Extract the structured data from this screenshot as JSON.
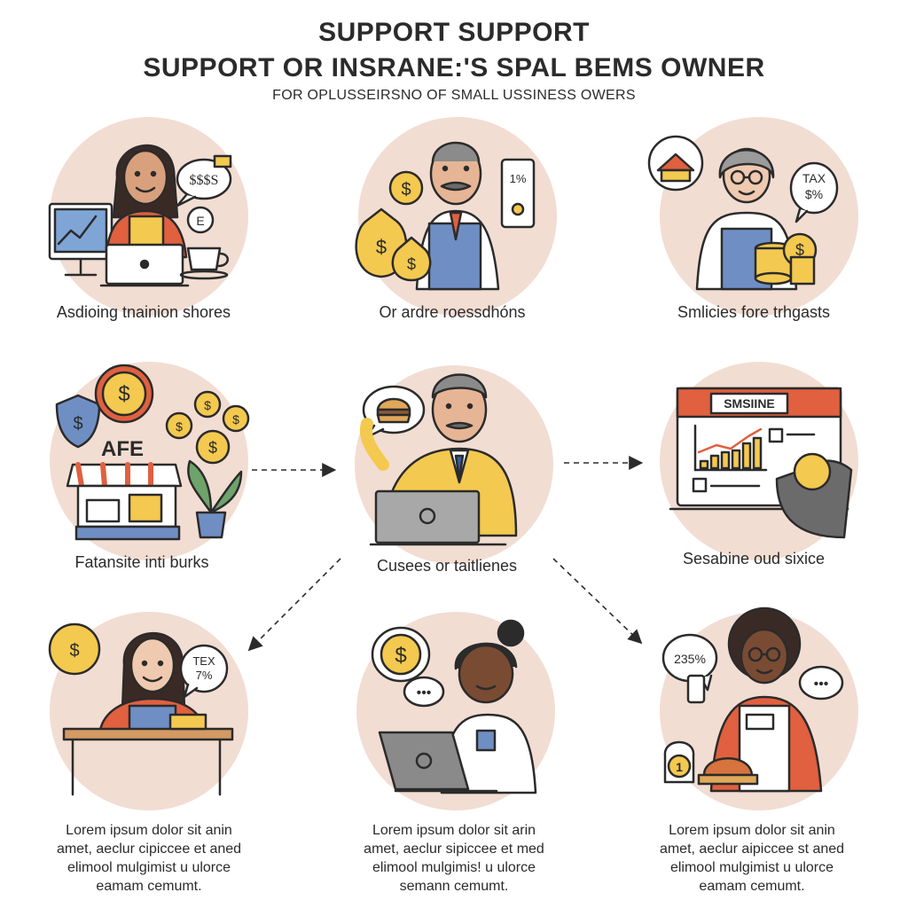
{
  "header": {
    "title_line1": "SUPPORT SUPPORT",
    "title_line2": "SUPPORT OR INSRANE:'S SPAL BEMS OWNER",
    "subtitle": "FOR OPLUSSEIRSNO OF SMALL USSINESS OWERS"
  },
  "cards": [
    {
      "label": "Asdioing tnainion shores"
    },
    {
      "label": "Or ardre roessdhóns"
    },
    {
      "label": "Smlicies fore trhgasts"
    },
    {
      "label": "Fatansite inti burks",
      "sign": "AFE"
    },
    {
      "label": "Cusees or taitlienes"
    },
    {
      "label": "Sesabine oud sixice",
      "sign": "SMSIINE"
    },
    {
      "description": "Lorem ipsum dolor sit anin\namet, aeclur cipiccee et aned\nelimool mulgimist u ulorce\neamam cemumt."
    },
    {
      "description": "Lorem ipsum dolor sit arin\namet, aeclur sipiccee et med\nelimool mulgimis! u ulorce\nsemann cemumt."
    },
    {
      "description": "Lorem ipsum dolor sit anin\namet, aeclur aipiccee st aned\nelimool mulgimist u ulorce\neamam cemumt."
    }
  ],
  "bubbles": {
    "b1": "$$$S",
    "b1b": "E",
    "b2": "1%",
    "b3": "TAX\n$%",
    "b7": "TEX\n7%",
    "b9": "235%"
  },
  "colors": {
    "circle": "#f2ddd3",
    "yellow": "#f4c94f",
    "blue": "#6f8fc4",
    "orange": "#e0603f",
    "outline": "#2b2b2b"
  }
}
